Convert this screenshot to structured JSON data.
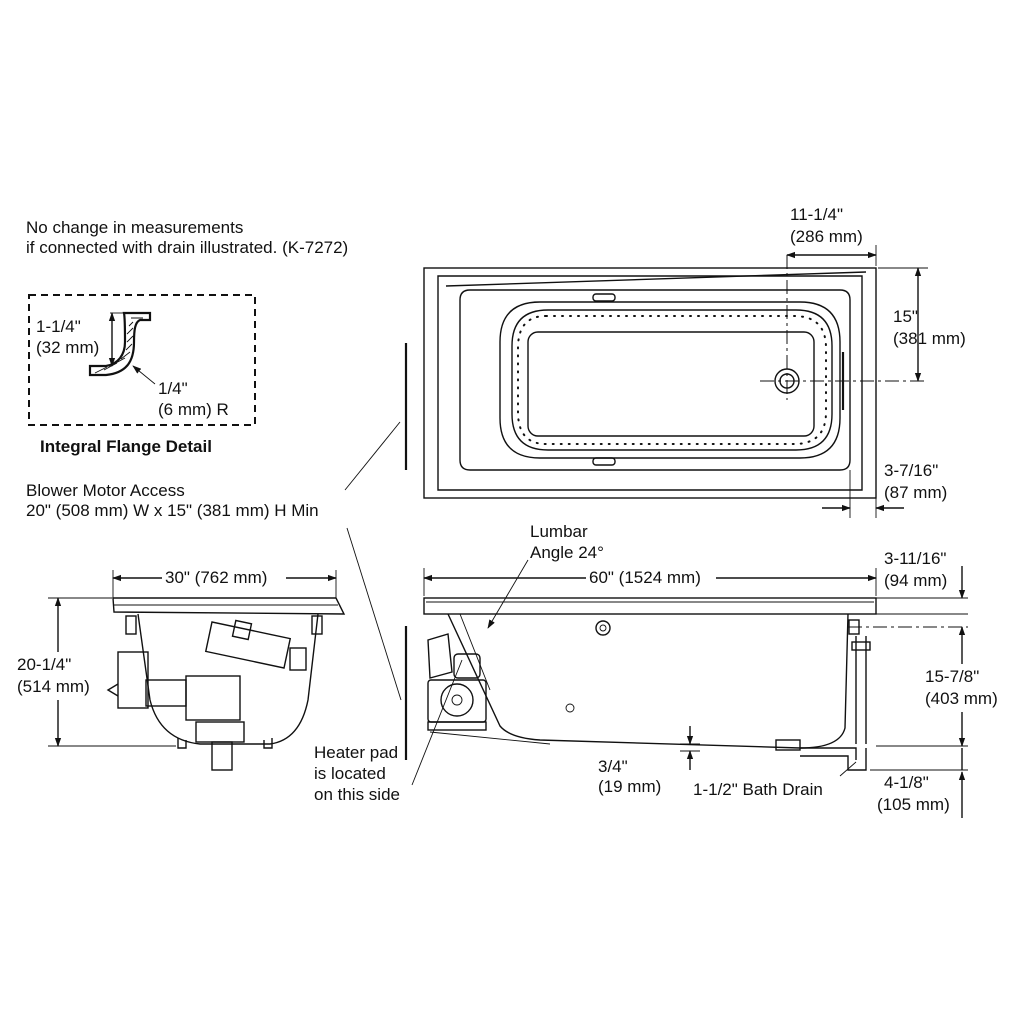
{
  "notes": {
    "drain_note_line1": "No change in measurements",
    "drain_note_line2": "if connected with drain illustrated. (K-7272)",
    "blower_line1": "Blower Motor Access",
    "blower_line2": "20\" (508 mm) W x 15\" (381 mm) H Min",
    "heater_line1": "Heater pad",
    "heater_line2": "is located",
    "heater_line3": "on this side"
  },
  "flange_detail": {
    "title": "Integral Flange Detail",
    "height_in": "1-1/4\"",
    "height_mm": "(32 mm)",
    "radius_in": "1/4\"",
    "radius_mm": "(6 mm) R"
  },
  "top_view": {
    "drain_offset_in": "11-1/4\"",
    "drain_offset_mm": "(286 mm)",
    "drain_center_in": "15\"",
    "drain_center_mm": "(381 mm)",
    "rim_offset_in": "3-7/16\"",
    "rim_offset_mm": "(87 mm)"
  },
  "side_view": {
    "lumbar_line1": "Lumbar",
    "lumbar_line2": "Angle 24°",
    "length": "60\" (1524 mm)",
    "rim_thickness_in": "3-11/16\"",
    "rim_thickness_mm": "(94 mm)",
    "drain_height_in": "15-7/8\"",
    "drain_height_mm": "(403 mm)",
    "floor_gap_in": "3/4\"",
    "floor_gap_mm": "(19 mm)",
    "bath_drain": "1-1/2\" Bath Drain",
    "drain_depth_in": "4-1/8\"",
    "drain_depth_mm": "(105 mm)"
  },
  "end_view": {
    "width": "30\" (762 mm)",
    "height_in": "20-1/4\"",
    "height_mm": "(514 mm)"
  }
}
